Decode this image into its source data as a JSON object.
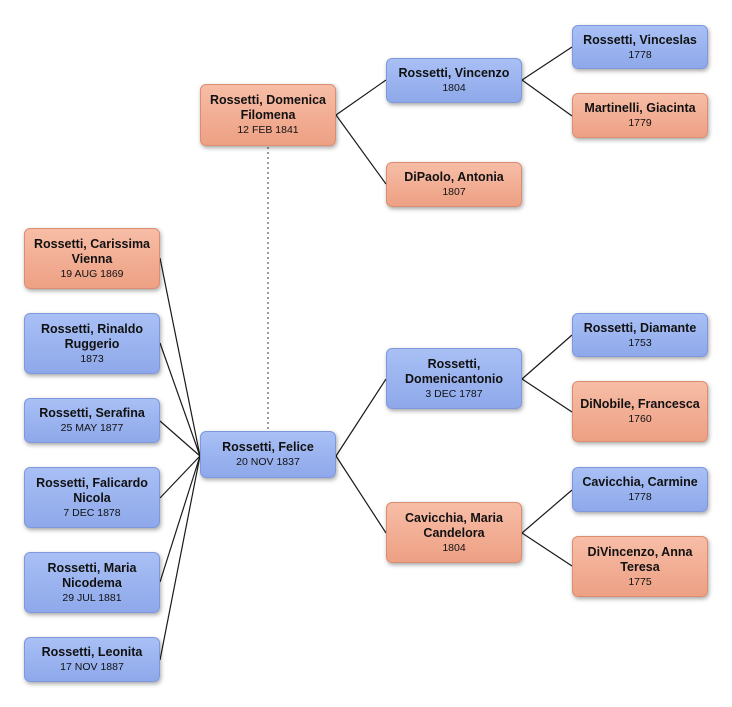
{
  "people": {
    "felice": {
      "name": "Rossetti, Felice",
      "date": "20 NOV 1837"
    },
    "domenica": {
      "name": "Rossetti, Domenica Filomena",
      "date": "12 FEB 1841"
    },
    "vincenzo": {
      "name": "Rossetti, Vincenzo",
      "date": "1804"
    },
    "antonia": {
      "name": "DiPaolo, Antonia",
      "date": "1807"
    },
    "vinceslas": {
      "name": "Rossetti, Vinceslas",
      "date": "1778"
    },
    "giacinta": {
      "name": "Martinelli, Giacinta",
      "date": "1779"
    },
    "domenicantonio": {
      "name": "Rossetti, Domenicantonio",
      "date": "3 DEC 1787"
    },
    "candelora": {
      "name": "Cavicchia, Maria Candelora",
      "date": "1804"
    },
    "diamante": {
      "name": "Rossetti, Diamante",
      "date": "1753"
    },
    "francesca": {
      "name": "DiNobile, Francesca",
      "date": "1760"
    },
    "carmine": {
      "name": "Cavicchia, Carmine",
      "date": "1778"
    },
    "anna": {
      "name": "DiVincenzo, Anna Teresa",
      "date": "1775"
    }
  },
  "children": [
    {
      "name": "Rossetti, Carissima Vienna",
      "date": "19 AUG 1869"
    },
    {
      "name": "Rossetti, Rinaldo Ruggerio",
      "date": "1873"
    },
    {
      "name": "Rossetti, Serafina",
      "date": "25 MAY 1877"
    },
    {
      "name": "Rossetti, Falicardo Nicola",
      "date": "7 DEC 1878"
    },
    {
      "name": "Rossetti, Maria Nicodema",
      "date": "29 JUL 1881"
    },
    {
      "name": "Rossetti, Leonita",
      "date": "17 NOV 1887"
    }
  ],
  "colors": {
    "male": "#9bb2f0",
    "female": "#f2ad93",
    "line": "#1a1a1a"
  }
}
